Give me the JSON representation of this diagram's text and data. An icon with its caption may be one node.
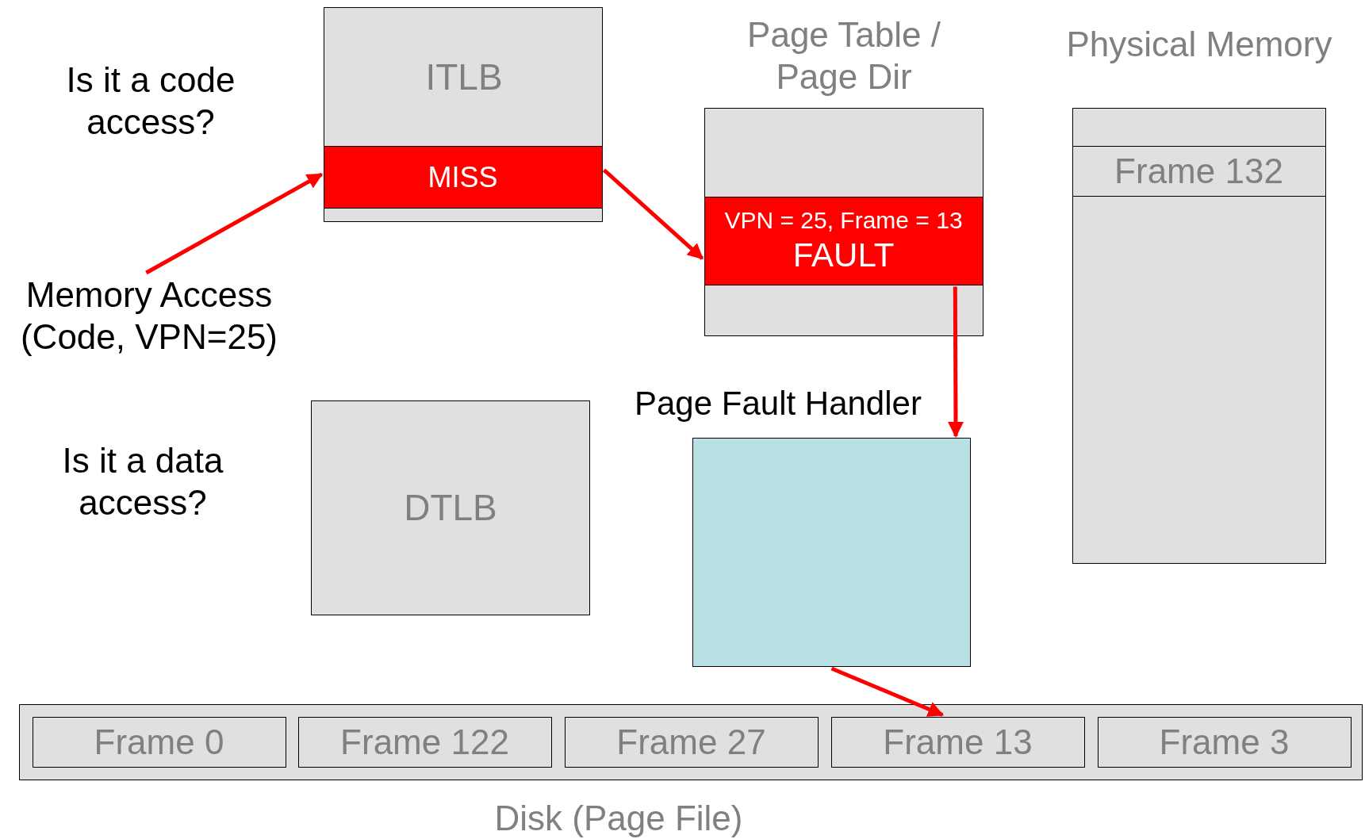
{
  "diagram": {
    "nodes": [
      {
        "text": [
          "ITLB"
        ]
      },
      {
        "text": [
          "MISS"
        ],
        "in": 0
      },
      {
        "text": [
          "Page Table / Page Dir"
        ]
      },
      {
        "text": [
          "VPN = 25, Frame = 13",
          "FAULT"
        ],
        "in": 2
      },
      {
        "text": [
          "Physical Memory"
        ]
      },
      {
        "text": [
          "Frame 132"
        ],
        "in": 4
      },
      {
        "text": [
          "Memory Access (Code, VPN=25)"
        ]
      },
      {
        "text": [
          "Page Fault Handler"
        ]
      },
      {
        "text": [
          "DTLB"
        ]
      },
      {
        "text": [
          "Disk (Page File)"
        ]
      },
      {
        "text": [
          "Frame 0"
        ],
        "in": 9
      },
      {
        "text": [
          "Frame 122"
        ],
        "in": 9
      },
      {
        "text": [
          "Frame 27"
        ],
        "in": 9
      },
      {
        "text": [
          "Frame 13"
        ],
        "in": 9
      },
      {
        "text": [
          "Frame 3"
        ],
        "in": 9
      }
    ],
    "edges": [
      {
        "from": 6,
        "to": 1,
        "arrow": "to"
      },
      {
        "from": 1,
        "to": 3,
        "arrow": "to"
      },
      {
        "from": 3,
        "to": 7,
        "arrow": "to"
      },
      {
        "from": 7,
        "to": 13,
        "arrow": "to"
      }
    ],
    "labels": [
      "Is it a code access?",
      "Is it a data access?"
    ]
  }
}
